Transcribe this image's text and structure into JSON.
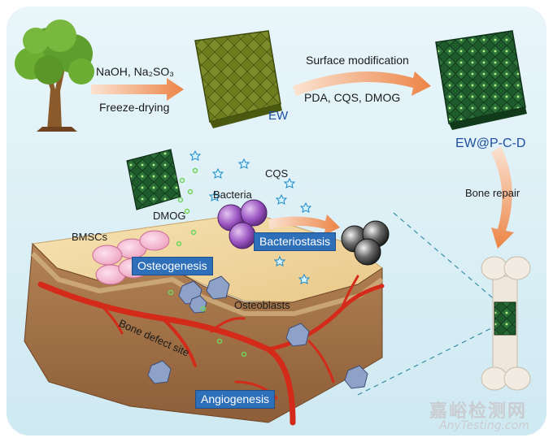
{
  "labels": {
    "step1_top": "NaOH, Na₂SO₃",
    "step1_bottom": "Freeze-drying",
    "ew": "EW",
    "step2_top": "Surface modification",
    "step2_bottom": "PDA, CQS, DMOG",
    "ew_pcd": "EW@P-C-D",
    "bone_repair": "Bone repair",
    "cqs": "CQS",
    "bacteria": "Bacteria",
    "dmog": "DMOG",
    "bmscs": "BMSCs",
    "osteoblasts": "Osteoblasts",
    "bone_defect_site": "Bone defect site"
  },
  "tags": {
    "osteogenesis": "Osteogenesis",
    "bacteriostasis": "Bacteriostasis",
    "angiogenesis": "Angiogenesis"
  },
  "watermark": {
    "cn": "嘉峪检测网",
    "en": "AnyTesting.com"
  },
  "colors": {
    "background_panel": "#dff1f7",
    "wood_untreated": "#6b7a1e",
    "wood_modified": "#1e5a2a",
    "arrow": "#ef8f5a",
    "tag_fill": "#2d6fb8",
    "blood_vessel": "#d42a1a",
    "bacteria": "#7b3fa0",
    "treated_bacteria": "#3a3a3a"
  }
}
